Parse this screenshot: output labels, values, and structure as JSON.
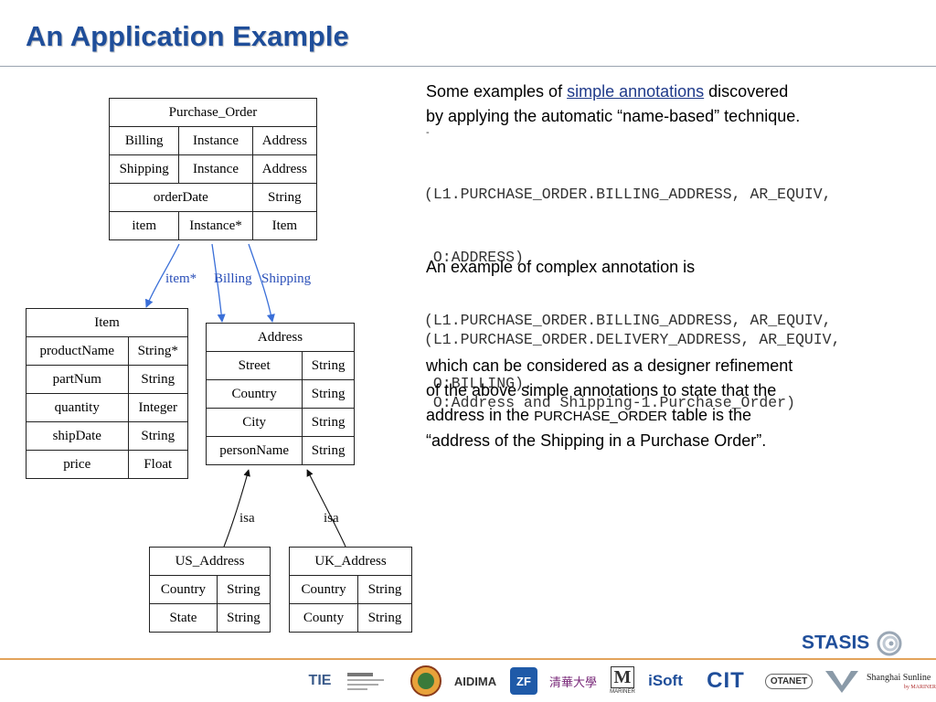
{
  "slide": {
    "title": "An Application Example"
  },
  "diagram": {
    "purchase_order": {
      "name": "Purchase_Order",
      "rows": [
        [
          "Billing",
          "Instance",
          "Address"
        ],
        [
          "Shipping",
          "Instance",
          "Address"
        ],
        [
          "orderDate",
          "String"
        ],
        [
          "item",
          "Instance*",
          "Item"
        ]
      ]
    },
    "item": {
      "name": "Item",
      "rows": [
        [
          "productName",
          "String*"
        ],
        [
          "partNum",
          "String"
        ],
        [
          "quantity",
          "Integer"
        ],
        [
          "shipDate",
          "String"
        ],
        [
          "price",
          "Float"
        ]
      ]
    },
    "address": {
      "name": "Address",
      "rows": [
        [
          "Street",
          "String"
        ],
        [
          "Country",
          "String"
        ],
        [
          "City",
          "String"
        ],
        [
          "personName",
          "String"
        ]
      ]
    },
    "us_address": {
      "name": "US_Address",
      "rows": [
        [
          "Country",
          "String"
        ],
        [
          "State",
          "String"
        ]
      ]
    },
    "uk_address": {
      "name": "UK_Address",
      "rows": [
        [
          "Country",
          "String"
        ],
        [
          "County",
          "String"
        ]
      ]
    },
    "arrow_labels": {
      "item": "item*",
      "billing": "Billing",
      "shipping": "Shipping",
      "isa_left": "isa",
      "isa_right": "isa"
    }
  },
  "text": {
    "p1_before": "Some examples of ",
    "p1_link": "simple annotations",
    "p1_after": " discovered",
    "p1_line2": "by applying the automatic “name-based” technique.",
    "stray_mark": "-",
    "code1_line1": "(L1.PURCHASE_ORDER.BILLING_ADDRESS, AR_EQUIV,",
    "code1_line2": " O:ADDRESS)",
    "code1_line3": "(L1.PURCHASE_ORDER.BILLING_ADDRESS, AR_EQUIV,",
    "code1_line4": " O:BILLING).",
    "p2": "An example of complex annotation is",
    "code2_line1": "(L1.PURCHASE_ORDER.DELIVERY_ADDRESS, AR_EQUIV,",
    "code2_line2": " O:Address and Shipping-1.Purchase_Order)",
    "p3_line1": "which can be considered as a designer refinement",
    "p3_line2": "of the above simple annotations to state that the",
    "p3_line3_before": "address in the ",
    "p3_line3_caps": "PURCHASE_ORDER",
    "p3_line3_after": " table is the",
    "p3_line4": "“address of the Shipping in a Purchase Order”."
  },
  "footer": {
    "brand": "STASIS",
    "logos": [
      "TIE",
      "",
      "",
      "AIDIMA",
      "ZF",
      "清華大學",
      "M",
      "iSoft",
      "CIT",
      "ΟΤΑΝΕΤ",
      "",
      "Shanghai Sunline"
    ],
    "mariner_label": "MARINER",
    "sunline_sub": "by MARINER"
  },
  "colors": {
    "title": "#1f4e9a",
    "arrow": "#3a6fd8",
    "footer_rule": "#e3a35a"
  }
}
